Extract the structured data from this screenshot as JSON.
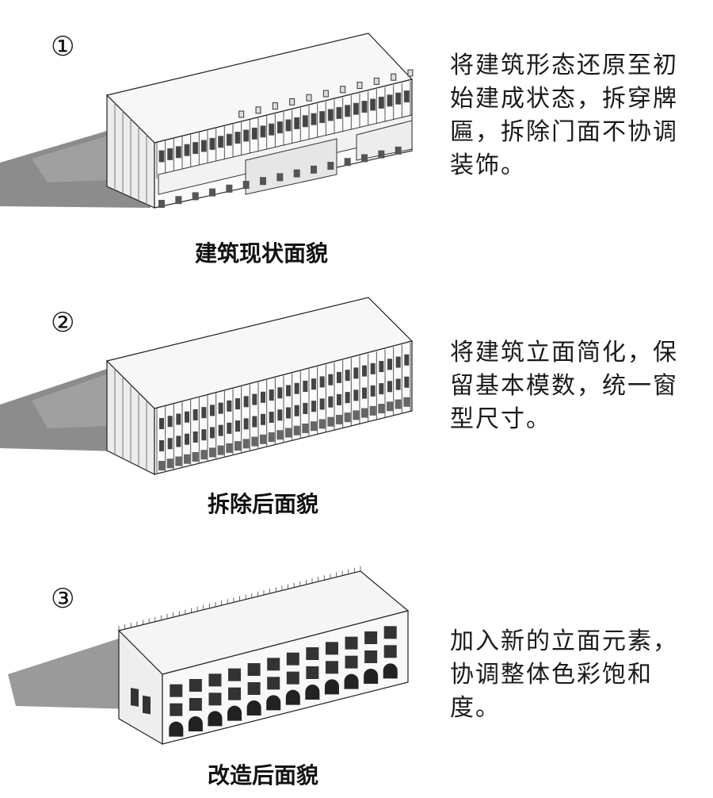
{
  "panels": [
    {
      "number": "①",
      "caption": "建筑现状面貌",
      "description_lines": [
        "将建筑形态还原至初",
        "始建成状态，拆穿牌",
        "匾，拆除门面不协调",
        "装饰。"
      ]
    },
    {
      "number": "②",
      "caption": "拆除后面貌",
      "description_lines": [
        "将建筑立面简化，保",
        "留基本模数，统一窗",
        "型尺寸。"
      ]
    },
    {
      "number": "③",
      "caption": "改造后面貌",
      "description_lines": [
        "加入新的立面元素，",
        "协调整体色彩饱和",
        "度。"
      ]
    }
  ],
  "colors": {
    "shadow": "#8a8a8a",
    "outline": "#222222",
    "wall": "#f6f6f6",
    "window": "#444444"
  }
}
